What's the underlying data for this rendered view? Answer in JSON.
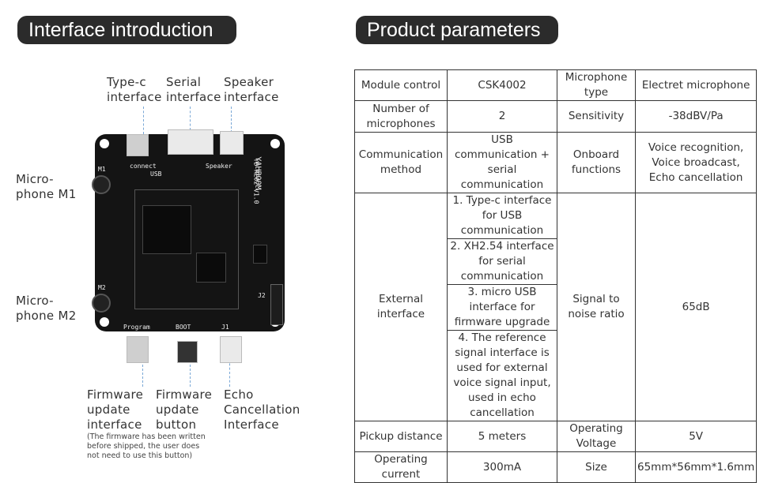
{
  "left_title": "Interface introduction",
  "right_title": "Product parameters",
  "labels": {
    "typec": "Type-c\ninterface",
    "serial": "Serial\ninterface",
    "speaker": "Speaker\ninterface",
    "mic_m1": "Micro-\nphone M1",
    "mic_m2": "Micro-\nphone M2",
    "fw_interface": "Firmware\nupdate\ninterface",
    "fw_note": "(The firmware has been written\nbefore shipped, the user does\nnot need to use this button)",
    "fw_button": "Firmware\nupdate\nbutton",
    "echo": "Echo\nCancellation\nInterface"
  },
  "board_text": {
    "brand": "YAHBOOM",
    "model": "YB-RE02-V1.0",
    "usb": "USB",
    "connect": "connect",
    "speaker": "Speaker",
    "m1": "M1",
    "m2": "M2",
    "program": "Program",
    "boot": "BOOT",
    "j1": "J1",
    "j2": "J2"
  },
  "table": {
    "module_control_label": "Module control",
    "module_control_value": "CSK4002",
    "mic_type_label": "Microphone type",
    "mic_type_value": "Electret microphone",
    "num_mics_label": "Number of microphones",
    "num_mics_value": "2",
    "sensitivity_label": "Sensitivity",
    "sensitivity_value": "-38dBV/Pa",
    "comm_method_label": "Communication method",
    "comm_method_value": "USB communication + serial communication",
    "onboard_label": "Onboard functions",
    "onboard_value": "Voice recognition, Voice broadcast, Echo cancellation",
    "external_label": "External interface",
    "external_items": [
      "1. Type-c interface for USB communication",
      "2. XH2.54 interface for serial communication",
      "3. micro USB interface for firmware upgrade",
      "4. The reference signal interface is used for external voice signal input, used in echo cancellation"
    ],
    "snr_label": "Signal to noise ratio",
    "snr_value": "65dB",
    "pickup_label": "Pickup distance",
    "pickup_value": "5 meters",
    "op_voltage_label": "Operating Voltage",
    "op_voltage_value": "5V",
    "op_current_label": "Operating current",
    "op_current_value": "300mA",
    "size_label": "Size",
    "size_value": "65mm*56mm*1.6mm"
  }
}
